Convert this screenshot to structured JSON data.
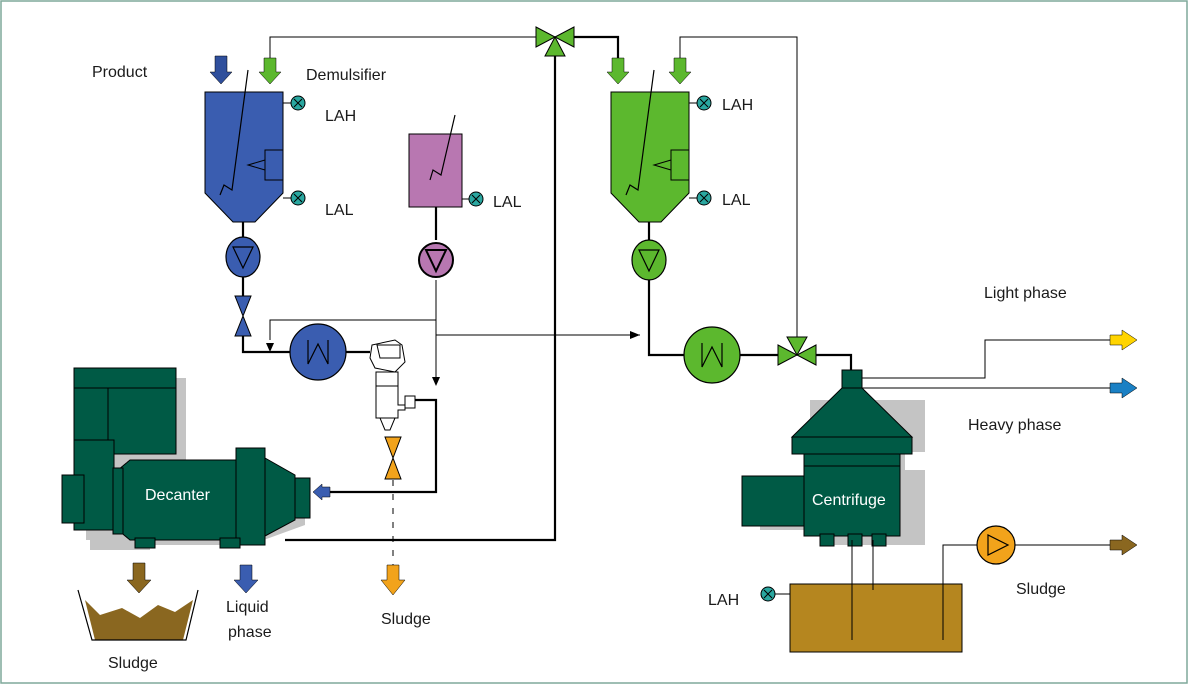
{
  "labels": {
    "product": "Product",
    "demulsifier": "Demulsifier",
    "lah_1": "LAH",
    "lal_1": "LAL",
    "lal_2": "LAL",
    "lah_2": "LAH",
    "lal_3": "LAL",
    "light_phase": "Light phase",
    "heavy_phase": "Heavy  phase",
    "decanter": "Decanter",
    "centrifuge": "Centrifuge",
    "liquid_1": "Liquid",
    "liquid_2": "phase",
    "sludge_1": "Sludge",
    "sludge_2": "Sludge",
    "sludge_3": "Sludge",
    "lah_3": "LAH"
  },
  "colors": {
    "border": "#7fa99a",
    "blue": "#2f4f9c",
    "blue_light": "#3a5db0",
    "green": "#5cb82e",
    "green_dark": "#005a45",
    "pink": "#b877b1",
    "orange": "#f2a31b",
    "brown": "#8a6720",
    "tank_brown": "#b5861f",
    "yellow": "#ffd400",
    "cyan": "#1a80c4",
    "teal": "#2aa7a0",
    "shadow": "#c4c4c4"
  }
}
